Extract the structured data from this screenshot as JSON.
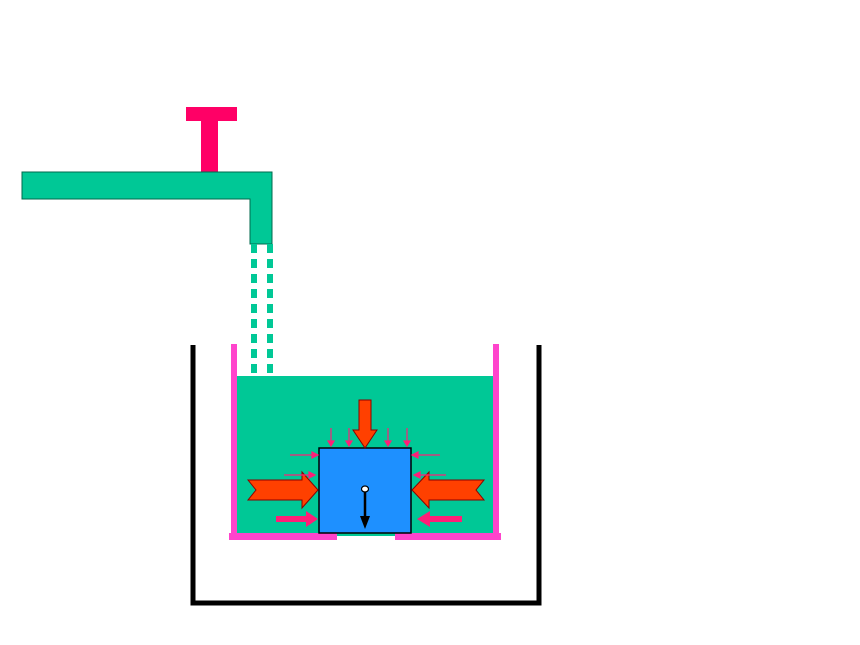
{
  "diagram": {
    "colors": {
      "background": "#ffffff",
      "pipe": "#00c896",
      "pipe_outline": "#006a4e",
      "tap_handle": "#ff0066",
      "inner_vessel": "#ff44cc",
      "outer_vessel": "#000000",
      "water": "#00c896",
      "block": "#1e90ff",
      "big_arrow_fill": "#ff4000",
      "big_arrow_outline": "#8b0000",
      "small_arrow": "#ff1e78",
      "gravity_arrow": "#000000"
    },
    "parts": [
      "water-tap",
      "tap-handle",
      "water-stream",
      "outer-container",
      "inner-vessel-with-drain-gap",
      "water-body",
      "submerged-block",
      "pressure-force-arrows",
      "gravity-arrow"
    ]
  }
}
